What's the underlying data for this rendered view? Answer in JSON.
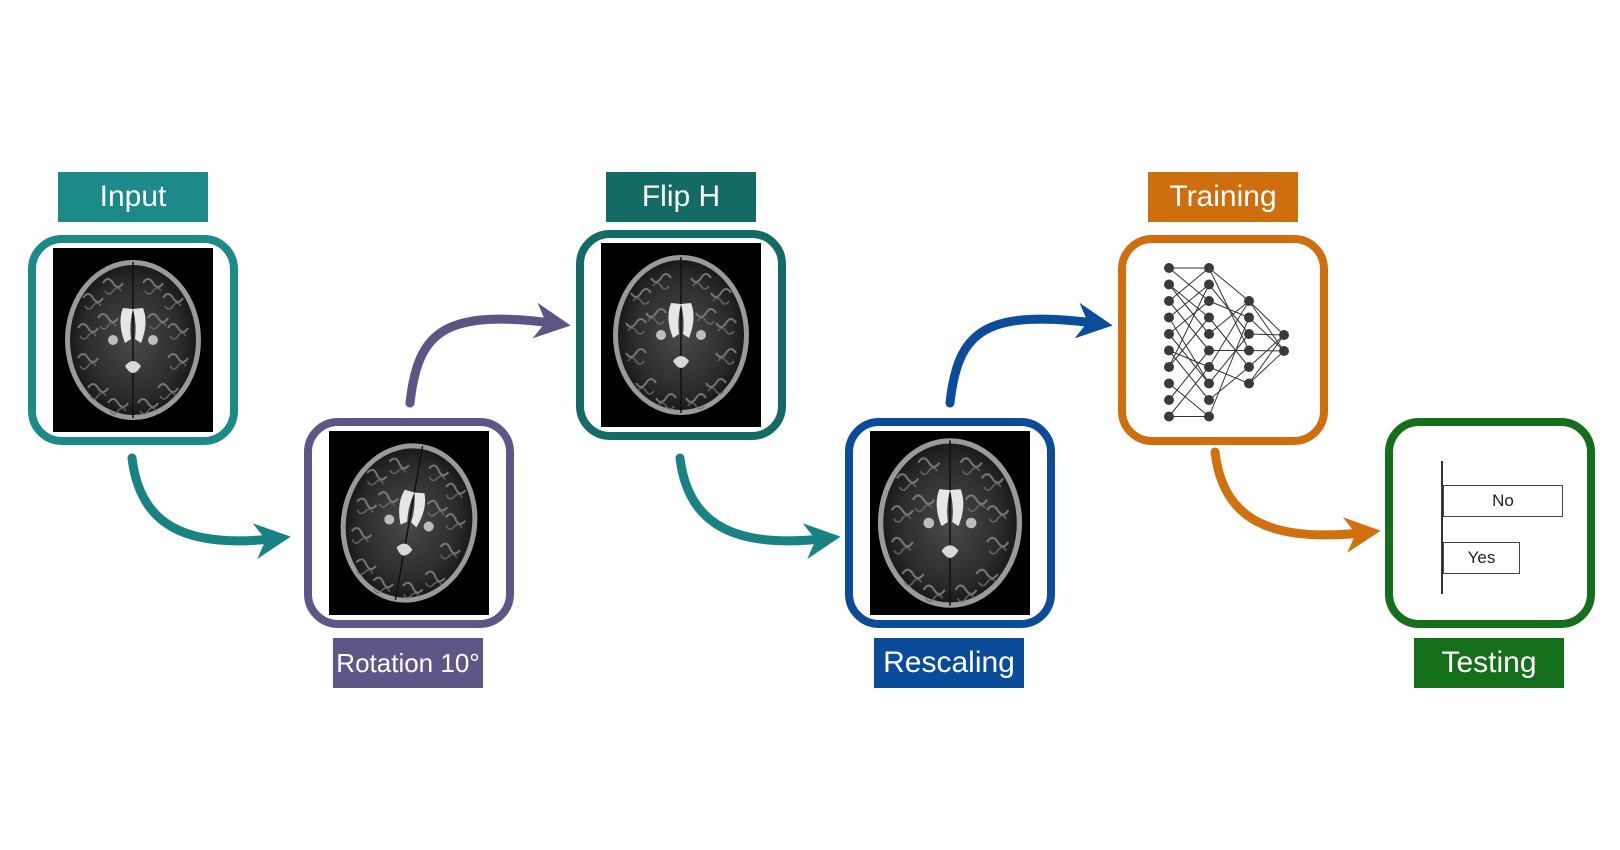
{
  "colors": {
    "input": "#1b8a89",
    "rotation": "#5f5687",
    "flip": "#146b66",
    "rescaling": "#0a4b9a",
    "training": "#cf6e0c",
    "testing": "#156f1a",
    "arrow_teal": "#198384",
    "arrow_purple": "#605487",
    "arrow_blue": "#0b4c9b",
    "arrow_orange": "#d0700e"
  },
  "steps": {
    "input": {
      "label": "Input"
    },
    "rotation": {
      "label": "Rotation 10°"
    },
    "flip": {
      "label": "Flip H"
    },
    "rescaling": {
      "label": "Rescaling"
    },
    "training": {
      "label": "Training"
    },
    "testing": {
      "label": "Testing"
    }
  },
  "testing_chart": {
    "bars": [
      {
        "label": "No"
      },
      {
        "label": "Yes"
      }
    ]
  }
}
